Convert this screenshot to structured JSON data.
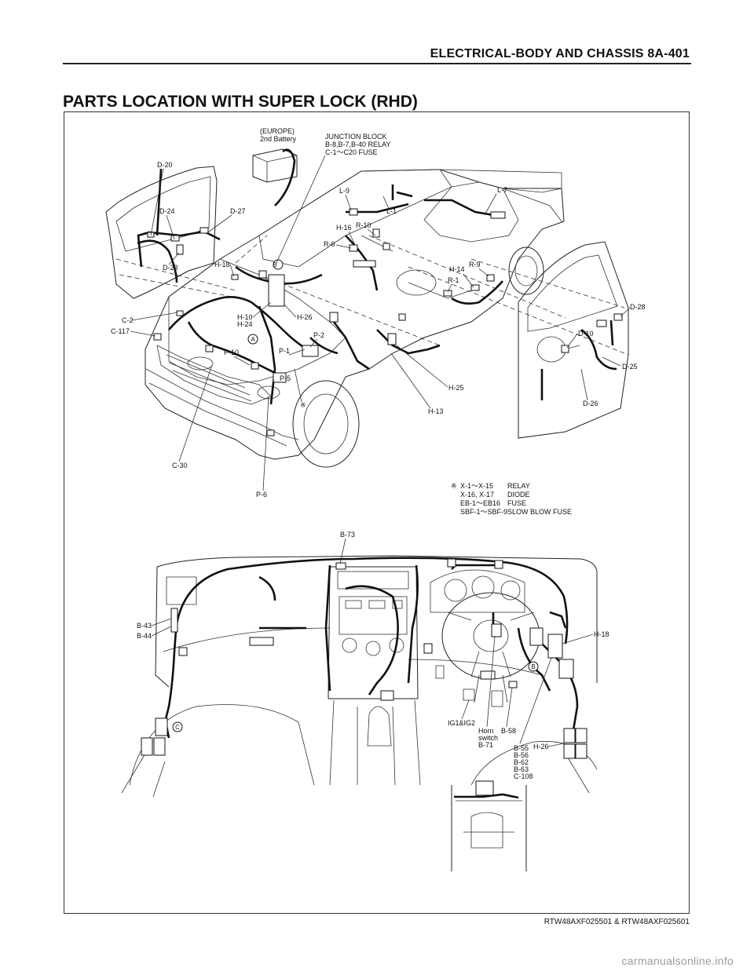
{
  "header": {
    "title": "ELECTRICAL-BODY AND CHASSIS  8A-401"
  },
  "page": {
    "heading": "PARTS LOCATION WITH SUPER LOCK (RHD)"
  },
  "upper_diagram": {
    "battery_note": {
      "line1": "(EUROPE)",
      "line2": "2nd Battery"
    },
    "junction_note": {
      "line1": "JUNCTION BLOCK",
      "line2": "B-8,B-7,B-40 RELAY",
      "line3": "C-1～C20 FUSE"
    },
    "labels": {
      "d20": "D-20",
      "d24": "D-24",
      "d27": "D-27",
      "d23": "D-23",
      "h18": "H-18",
      "c2": "C-2",
      "c117": "C-117",
      "h10": "H-10",
      "h24": "H-24",
      "h26": "H-26",
      "p10": "P-10",
      "p1": "P-1",
      "p2": "P-2",
      "p5": "P-5",
      "c30": "C-30",
      "p6": "P-6",
      "l9": "L-9",
      "l1": "L-1",
      "l7": "L-7",
      "h16": "H-16",
      "r10": "R-10",
      "r6": "R-6",
      "h14": "H-14",
      "r9": "R-9",
      "r1": "R-1",
      "h25": "H-25",
      "h13": "H-13",
      "d28": "D-28",
      "d10": "D-10",
      "d25": "D-25",
      "d26": "D-26",
      "mark": "※",
      "circle_a": "A",
      "circle_b": "B"
    },
    "legend": {
      "mark": "※",
      "rows": [
        {
          "codes": "X-1～X-15",
          "desc": "RELAY"
        },
        {
          "codes": "X-16, X-17",
          "desc": "DIODE"
        },
        {
          "codes": "EB-1～EB16",
          "desc": "FUSE"
        },
        {
          "codes": "SBF-1～SBF-9",
          "desc": "SLOW BLOW FUSE"
        }
      ]
    }
  },
  "lower_diagram": {
    "labels": {
      "b73": "B-73",
      "b43": "B-43",
      "b44": "B-44",
      "h18": "H-18",
      "ig": "IG1&IG2",
      "horn1": "Horn",
      "horn2": "switch",
      "b71": "B-71",
      "b58": "B-58",
      "b55": "B-55",
      "b56": "B-56",
      "b62": "B-62",
      "b63": "B-63",
      "c108": "C-108",
      "h26": "H-26",
      "circle_b": "B",
      "circle_c": "C"
    }
  },
  "figure_code": "RTW48AXF025501 & RTW48AXF025601",
  "watermark": "carmanualsonline.info"
}
